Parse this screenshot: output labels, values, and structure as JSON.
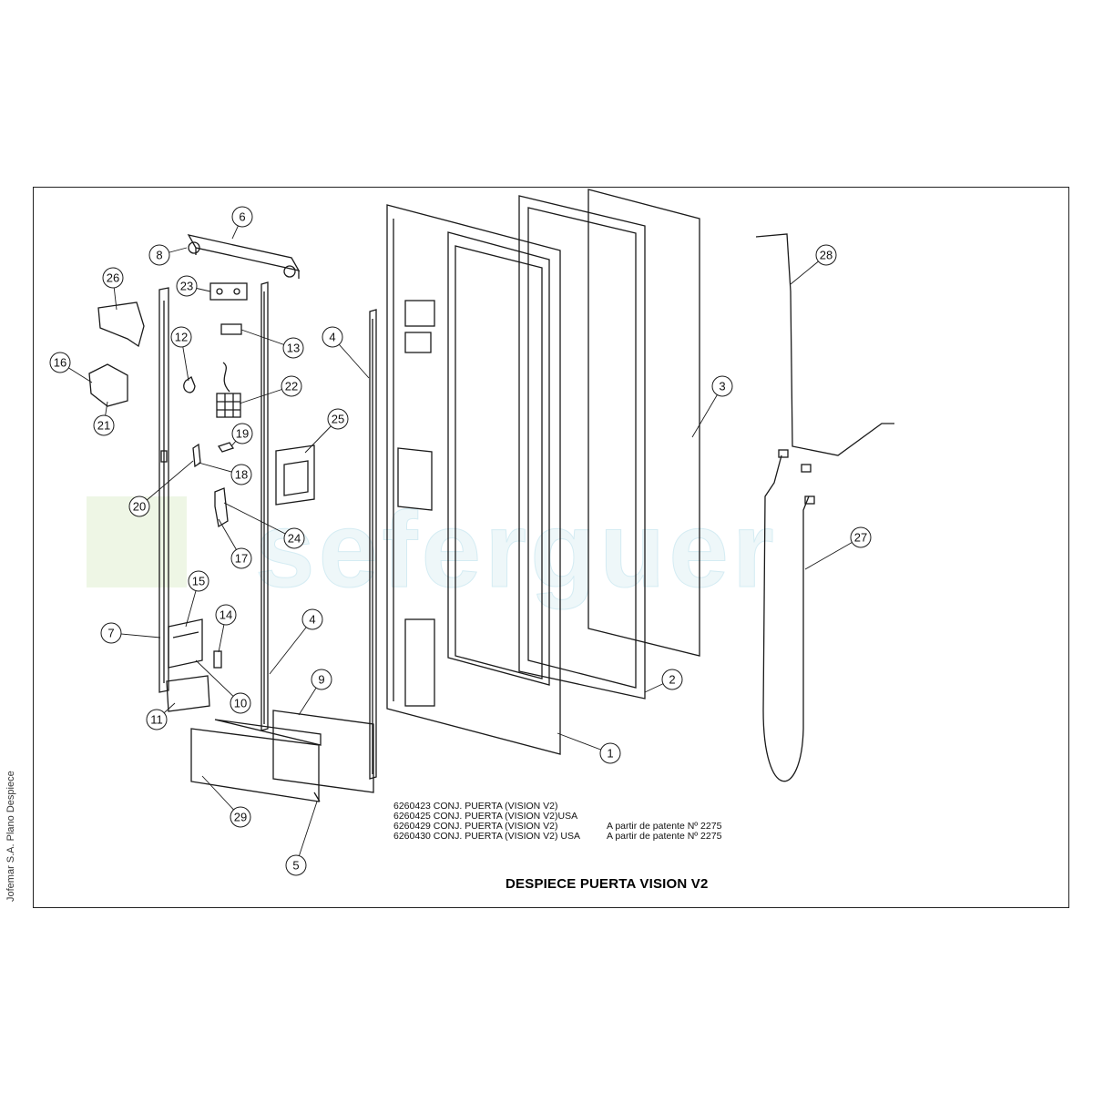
{
  "watermark": {
    "text": "seferguer"
  },
  "side_caption": "Jofemar S.A. Plano Despiece",
  "title": "DESPIECE PUERTA VISION V2",
  "references": [
    {
      "code": "6260423 CONJ. PUERTA (VISION V2)",
      "note": ""
    },
    {
      "code": "6260425 CONJ. PUERTA (VISION V2)USA",
      "note": ""
    },
    {
      "code": "6260429 CONJ. PUERTA (VISION V2)",
      "note": "A partir de patente Nº 2275"
    },
    {
      "code": "6260430 CONJ. PUERTA (VISION V2) USA",
      "note": "A partir de patente Nº 2275"
    }
  ],
  "callouts": [
    "1",
    "2",
    "3",
    "4",
    "4",
    "5",
    "6",
    "7",
    "8",
    "9",
    "10",
    "11",
    "12",
    "13",
    "14",
    "15",
    "16",
    "17",
    "18",
    "19",
    "20",
    "21",
    "22",
    "23",
    "24",
    "25",
    "26",
    "27",
    "28",
    "29"
  ],
  "colors": {
    "line": "#1a1a1a",
    "frame": "#222222",
    "watermark": "#d5ecf3"
  }
}
